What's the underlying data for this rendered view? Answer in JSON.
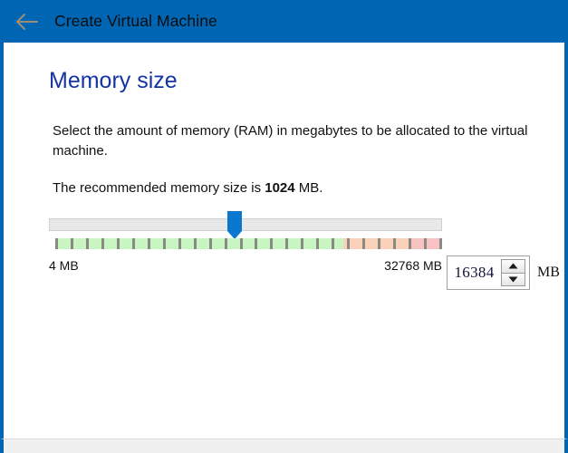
{
  "titlebar": {
    "back_icon": "back-arrow-icon",
    "title": "Create Virtual Machine",
    "bg_color": "#0066b4",
    "arrow_color": "#9a8f78"
  },
  "page": {
    "heading": "Memory size",
    "heading_color": "#1434a4",
    "description": "Select the amount of memory (RAM) in megabytes to be allocated to the virtual machine.",
    "recommend_prefix": "The recommended memory size is ",
    "recommend_value": "1024",
    "recommend_suffix": " MB."
  },
  "slider": {
    "name": "memory-size-slider",
    "min_label": "4 MB",
    "max_label": "32768 MB",
    "min_value": 4,
    "max_value": 32768,
    "current_value": 16384,
    "thumb_color": "#0b78d0",
    "track_color": "#e8e8e8",
    "thumb_position_pct": 47.5,
    "zones": [
      {
        "name": "safe-zone",
        "color": "#c9f5c3",
        "start_pct": 0,
        "end_pct": 74.5
      },
      {
        "name": "warning-zone",
        "color": "#fbd1b9",
        "start_pct": 74.5,
        "end_pct": 92.0
      },
      {
        "name": "danger-zone",
        "color": "#f9c2c2",
        "start_pct": 92.0,
        "end_pct": 100
      }
    ],
    "tick_count": 26,
    "tick_color": "#8a8a85"
  },
  "spinbox": {
    "name": "memory-size-spinbox",
    "value": "16384",
    "placeholder": "16384",
    "unit": "MB",
    "up_icon": "triangle-up-icon",
    "down_icon": "triangle-down-icon"
  }
}
